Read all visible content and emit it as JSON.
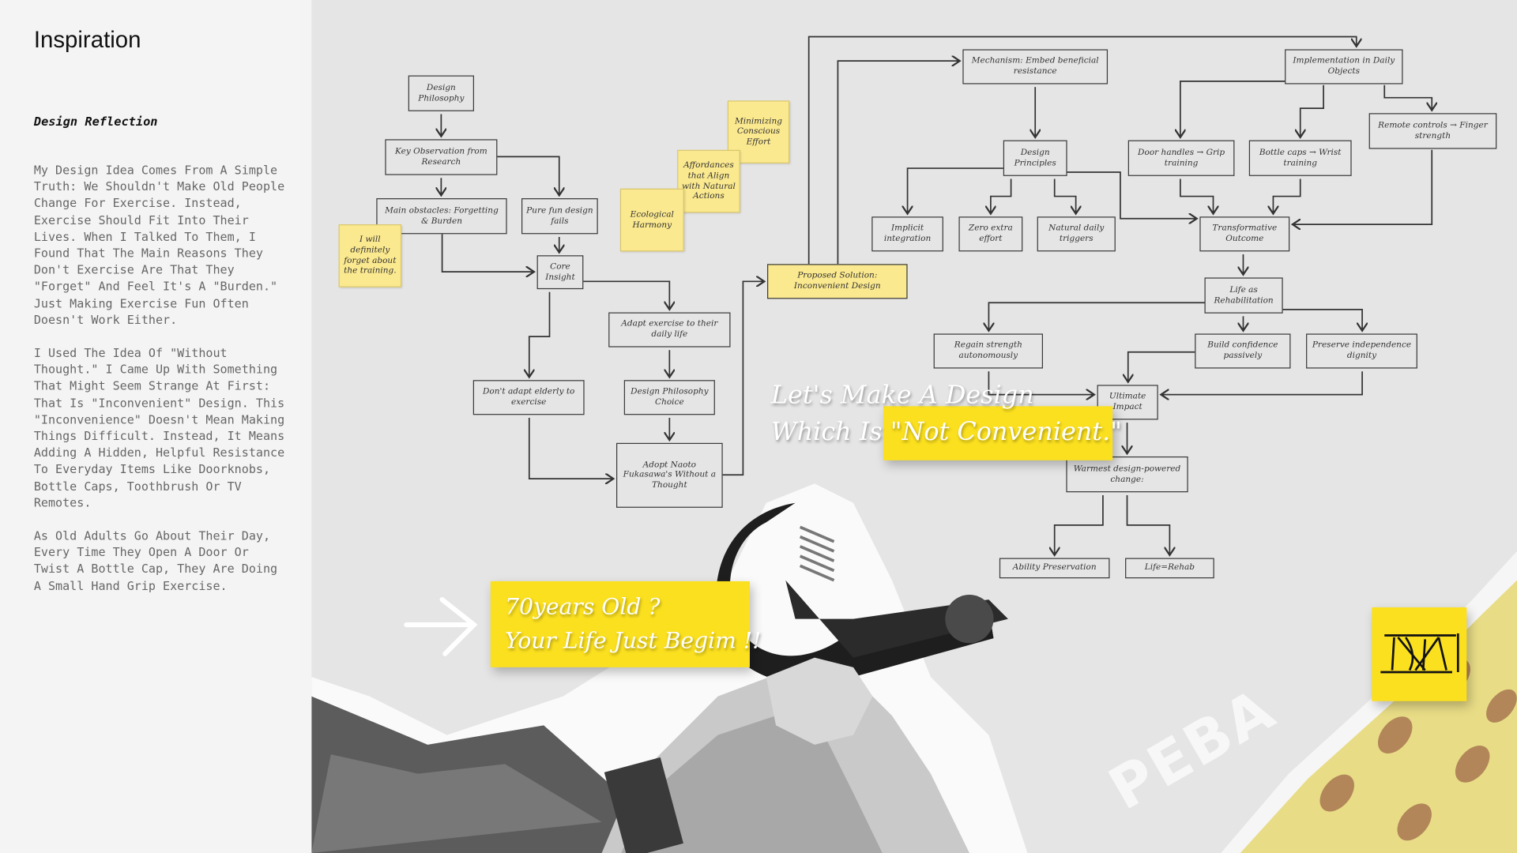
{
  "panel": {
    "title": "Inspiration",
    "subtitle": "Design Reflection",
    "paragraphs": [
      "My Design Idea Comes From A Simple Truth: We Shouldn't Make Old People Change For Exercise. Instead, Exercise Should Fit Into Their Lives. When I Talked To Them, I Found That The Main Reasons They Don't Exercise Are That They \"Forget\" And Feel It's A \"Burden.\" Just Making Exercise Fun Often Doesn't Work Either.",
      "I Used The Idea Of \"Without Thought.\" I Came Up With Something That Might Seem Strange At First: That Is \"Inconvenient\" Design. This \"Inconvenience\" Doesn't Mean Making Things Difficult. Instead, It Means Adding A Hidden, Helpful Resistance To Everyday Items Like Doorknobs, Bottle Caps, Toothbrush Or TV Remotes.",
      "As Old Adults Go About Their Day, Every Time They Open A Door Or Twist A Bottle Cap, They Are Doing A Small Hand Grip Exercise."
    ]
  },
  "flow": {
    "design_philosophy": "Design Philosophy",
    "key_observation": "Key Observation from Research",
    "main_obstacles": "Main obstacles: Forgetting & Burden",
    "pure_fun": "Pure fun design fails",
    "forget_note": "I will definitely forget about the training.",
    "core_insight": "Core Insight",
    "adapt_exercise": "Adapt exercise to their daily life",
    "dont_adapt": "Don't adapt elderly to exercise",
    "philosophy_choice": "Design Philosophy Choice",
    "adopt_naoto": "Adopt Naoto Fukasawa's Without a Thought",
    "minimizing": "Minimizing Conscious Effort",
    "affordances": "Affordances that Align with Natural Actions",
    "ecological": "Ecological Harmony",
    "proposed": "Proposed Solution: Inconvenient Design",
    "mechanism": "Mechanism: Embed beneficial resistance",
    "implementation": "Implementation in Daily Objects",
    "design_principles": "Design Principles",
    "door_handles": "Door handles → Grip training",
    "bottle_caps": "Bottle caps → Wrist training",
    "remote_controls": "Remote controls → Finger strength",
    "implicit": "Implicit integration",
    "zero_effort": "Zero extra effort",
    "natural_triggers": "Natural daily triggers",
    "transformative": "Transformative Outcome",
    "life_rehab": "Life as Rehabilitation",
    "regain": "Regain strength autonomously",
    "build_confidence": "Build confidence passively",
    "preserve": "Preserve independence dignity",
    "ultimate": "Ultimate Impact",
    "warmest": "Warmest design-powered change:",
    "ability": "Ability Preservation",
    "life_equals_rehab": "Life=Rehab"
  },
  "overlay": {
    "slogan_line1": "Let's Make A Design",
    "slogan_line2": "Which Is",
    "slogan_highlight": "\"Not Convenient.\"",
    "age_line1": "70years  Old ?",
    "age_line2": "Your Life Just Begim !!",
    "peba": "PEBA",
    "logo": "NM"
  },
  "colors": {
    "accent_yellow": "#fbe01f",
    "sticky": "#fbe98f",
    "panel_bg": "#f4f4f4",
    "canvas_bg": "#e5e5e5"
  }
}
